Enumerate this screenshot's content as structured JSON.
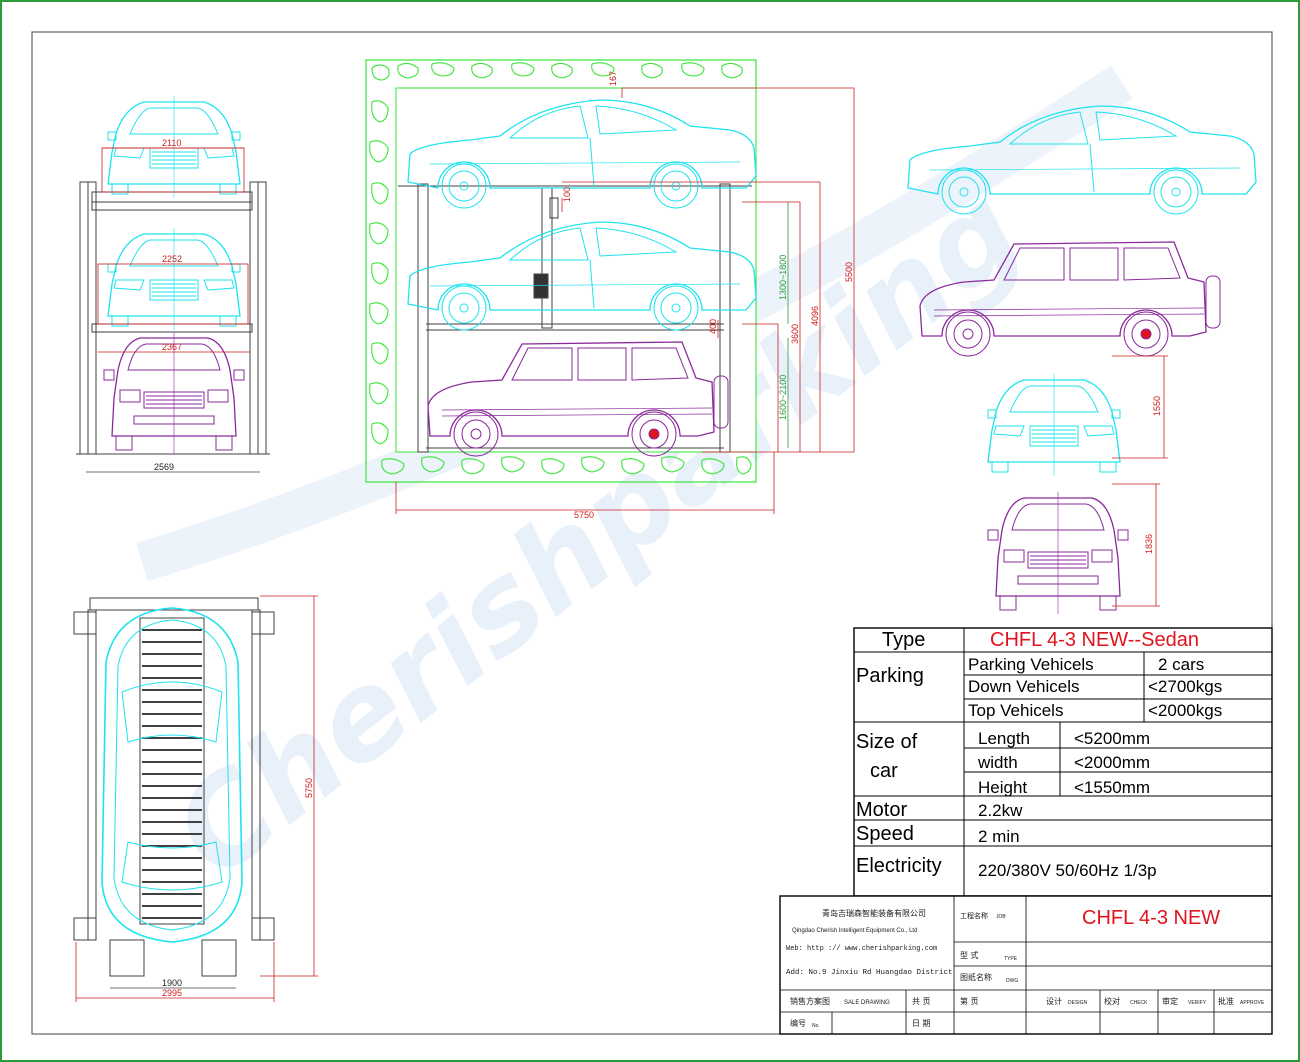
{
  "colors": {
    "frame": "#2e9a3a",
    "sedan": "#1fe3ee",
    "suv": "#8a2a9a",
    "dimension": "#cc1f1f",
    "structure": "#404040",
    "pit": "#39e639",
    "title_red": "#e0141e"
  },
  "watermark": "Cherishparking",
  "views": {
    "front": {
      "dims": {
        "top_width": "2110",
        "mid_width": "2252",
        "bottom_width": "2367",
        "overall_width": "2569"
      }
    },
    "side": {
      "dims": {
        "top_gap": "167",
        "pallet_gap": "100",
        "upper_range": "1300~1800",
        "height_3600": "3600",
        "height_4096": "4096",
        "height_5500": "5500",
        "lower_gap": "400",
        "lower_range": "1600~2100",
        "length": "5750"
      }
    },
    "right": {
      "dims": {
        "sedan_height": "1550",
        "suv_height": "1836"
      }
    },
    "plan": {
      "dims": {
        "inner_width": "1900",
        "outer_width": "2995",
        "length": "5750"
      }
    }
  },
  "spec_table": {
    "type_label": "Type",
    "type_value": "CHFL 4-3 NEW--Sedan",
    "parking_label": "Parking",
    "parking_rows": [
      {
        "label": "Parking Vehicels",
        "value": "2 cars"
      },
      {
        "label": "Down Vehicels",
        "value": "<2700kgs"
      },
      {
        "label": "Top Vehicels",
        "value": "<2000kgs"
      }
    ],
    "size_label_1": "Size  of",
    "size_label_2": "car",
    "size_rows": [
      {
        "label": "Length",
        "value": "<5200mm"
      },
      {
        "label": "width",
        "value": "<2000mm"
      },
      {
        "label": "Height",
        "value": "<1550mm"
      }
    ],
    "motor_label": "Motor",
    "motor_value": "2.2kw",
    "speed_label": "Speed",
    "speed_value": "2 min",
    "electricity_label": "Electricity",
    "electricity_value": "220/380V  50/60Hz  1/3p"
  },
  "title_block": {
    "company_cn": "青岛吉瑞森智能装备有限公司",
    "company_en": "Qingdao Cherish Intelligent Equipment Co., Ltd",
    "web": "Web: http :// www.cherishparking.com",
    "address": "Add: No.9 Jinxiu Rd Huangdao District",
    "job_cn": "工程名称",
    "job_en": "JOB",
    "job_value": "CHFL 4-3 NEW",
    "type_cn": "型  式",
    "type_en": "TYPE",
    "dwg_cn": "图纸名称",
    "dwg_en": "DWG",
    "sale_cn": "销售方案图",
    "sale_en": "SALE DRAWING",
    "total_cn": "共  页",
    "page_cn": "第  页",
    "design_cn": "设计",
    "design_en": "DESIGN",
    "check_cn": "校对",
    "check_en": "CHECK",
    "verify_cn": "审定",
    "verify_en": "VERIFY",
    "approve_cn": "批准",
    "approve_en": "APPROVE",
    "no_cn": "编号",
    "no_en": "No.",
    "date_cn": "日  期"
  }
}
